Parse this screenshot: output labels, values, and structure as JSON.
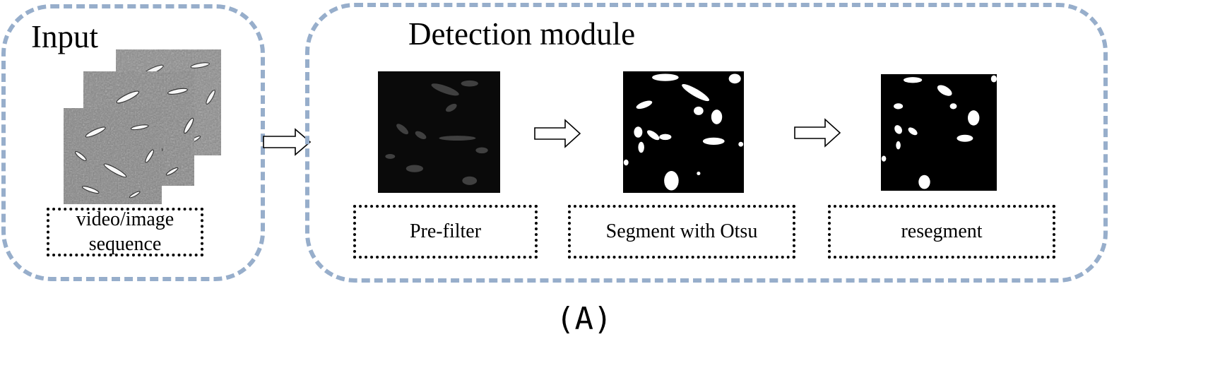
{
  "input": {
    "title": "Input",
    "label_line1": "video/image",
    "label_line2": "sequence"
  },
  "detection": {
    "title": "Detection module",
    "steps": [
      {
        "label": "Pre-filter"
      },
      {
        "label": "Segment with Otsu"
      },
      {
        "label": "resegment"
      }
    ]
  },
  "caption": "(A)",
  "colors": {
    "group_border": "#97aecb",
    "label_border": "#000000"
  }
}
